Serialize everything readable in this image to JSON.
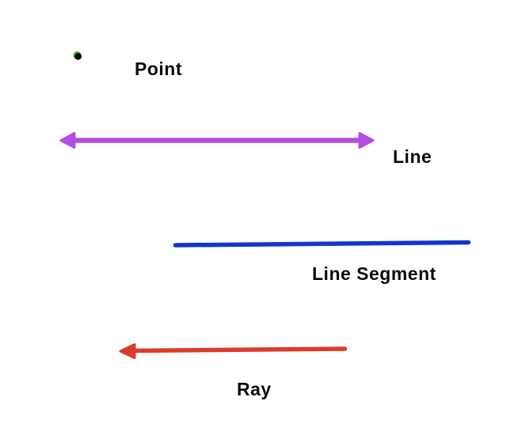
{
  "canvas": {
    "background": "#ffffff"
  },
  "figures": {
    "point": {
      "label": "Point",
      "dot_color": "#0a0a0a",
      "ring_color": "#4fc22f"
    },
    "line": {
      "label": "Line",
      "color": "#b44ee2"
    },
    "segment": {
      "label": "Line Segment",
      "color": "#1435cd"
    },
    "ray": {
      "label": "Ray",
      "color": "#dc3b2a"
    }
  }
}
